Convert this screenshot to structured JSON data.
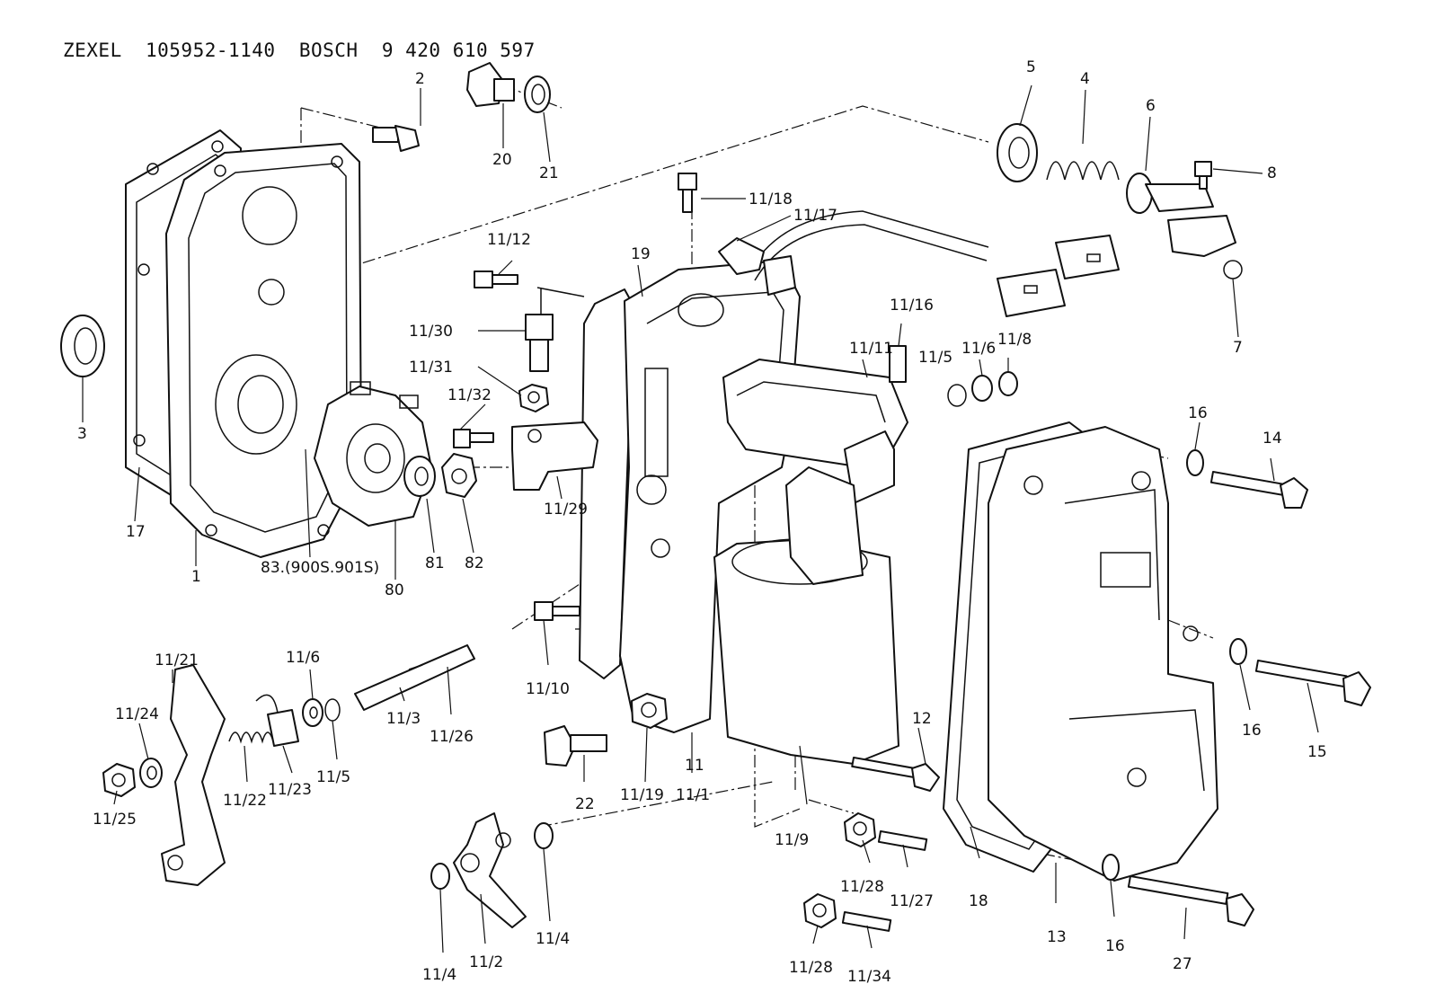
{
  "title": "ZEXEL  105952-1140  BOSCH  9 420 610 597",
  "labels": {
    "l1": "1",
    "l2": "2",
    "l3": "3",
    "l4": "4",
    "l5": "5",
    "l6": "6",
    "l7": "7",
    "l8": "8",
    "l12": "12",
    "l13": "13",
    "l14": "14",
    "l15": "15",
    "l16a": "16",
    "l16b": "16",
    "l16c": "16",
    "l17": "17",
    "l18": "18",
    "l19": "19",
    "l20": "20",
    "l21": "21",
    "l22": "22",
    "l27": "27",
    "l80": "80",
    "l81": "81",
    "l82": "82",
    "l83": "83.(900S.901S)",
    "l11": "11",
    "l11_1": "11/1",
    "l11_2": "11/2",
    "l11_3": "11/3",
    "l11_4a": "11/4",
    "l11_4b": "11/4",
    "l11_5a": "11/5",
    "l11_5b": "11/5",
    "l11_6a": "11/6",
    "l11_6b": "11/6",
    "l11_8": "11/8",
    "l11_9": "11/9",
    "l11_10": "11/10",
    "l11_11": "11/11",
    "l11_12": "11/12",
    "l11_16": "11/16",
    "l11_17": "11/17",
    "l11_18": "11/18",
    "l11_19": "11/19",
    "l11_21": "11/21",
    "l11_22": "11/22",
    "l11_23": "11/23",
    "l11_24": "11/24",
    "l11_25": "11/25",
    "l11_26": "11/26",
    "l11_27": "11/27",
    "l11_28a": "11/28",
    "l11_28b": "11/28",
    "l11_29": "11/29",
    "l11_30": "11/30",
    "l11_31": "11/31",
    "l11_32": "11/32",
    "l11_34": "11/34"
  }
}
